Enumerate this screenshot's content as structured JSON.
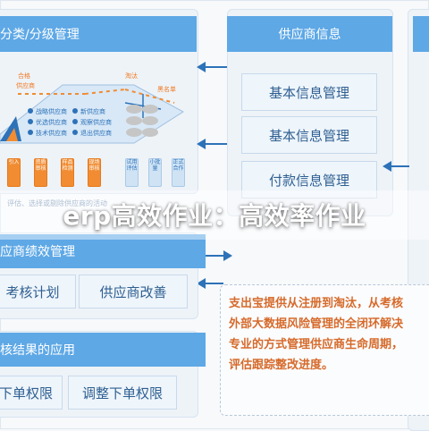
{
  "left_panel": {
    "header": "分类/分级管理",
    "tiny_labels": {
      "qualified": "合格",
      "supplier": "供应商",
      "eliminated": "淘汰",
      "blacklist": "黑名单",
      "item1": "战略供应商",
      "item2": "优选供应商",
      "item3": "技术供应商",
      "item4": "新供应商",
      "item5": "观察供应商",
      "item6": "退出供应商",
      "steps": [
        "引入",
        "资质审核",
        "样品检测",
        "现场审核",
        "试用评估",
        "小批量",
        "正式合作"
      ],
      "bottom_note": "评估、选择或剔除供应商的活动"
    }
  },
  "right_panel": {
    "header": "供应商信息",
    "buttons": [
      "基本信息管理",
      "基本信息管理",
      "付款信息管理"
    ]
  },
  "performance_panel": {
    "header": "应商绩效管理",
    "buttons": [
      "考核计划",
      "供应商改善"
    ]
  },
  "results_panel": {
    "header": "核结果的应用",
    "buttons": [
      "下单权限",
      "调整下单权限"
    ]
  },
  "overlay": {
    "title": "erp高效作业：高效率作业"
  },
  "description": {
    "lines": [
      "支出宝提供从注册到淘汰，从考核",
      "外部大数据风险管理的全闭环解决",
      "专业的方式管理供应商生命周期，",
      "评估跟踪整改进度。"
    ]
  }
}
